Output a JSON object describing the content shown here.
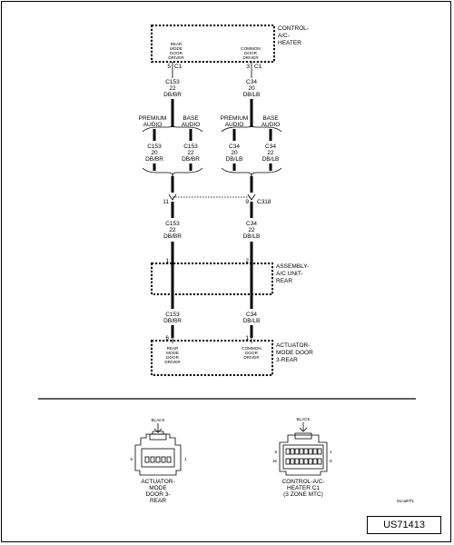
{
  "top_module": {
    "name_lines": [
      "CONTROL-",
      "A/C-",
      "HEATER"
    ],
    "left_driver": [
      "REAR",
      "MODE",
      "DOOR",
      "DRIVER"
    ],
    "right_driver": [
      "COMMON",
      "DOOR",
      "DRIVER"
    ],
    "left_pin": "5",
    "left_conn": "C1",
    "right_pin": "3",
    "right_conn": "C1"
  },
  "wires": {
    "left_top": [
      "C153",
      "22",
      "DB/BR"
    ],
    "right_top": [
      "C34",
      "20",
      "DB/LB"
    ],
    "left_options": {
      "premium": [
        "PREMIUM",
        "AUDIO"
      ],
      "base": [
        "BASE",
        "AUDIO"
      ]
    },
    "right_options": {
      "premium": [
        "PREMIUM",
        "AUDIO"
      ],
      "base": [
        "BASE",
        "AUDIO"
      ]
    },
    "left_premium": [
      "C153",
      "20",
      "DB/BR"
    ],
    "left_base": [
      "C153",
      "22",
      "DB/BR"
    ],
    "right_premium": [
      "C34",
      "20",
      "DB/LB"
    ],
    "right_base": [
      "C34",
      "22",
      "DB/LB"
    ],
    "left_mid": [
      "C153",
      "22",
      "DB/BR"
    ],
    "right_mid": [
      "C34",
      "22",
      "DB/LB"
    ],
    "left_low": [
      "C153",
      "DB/BR"
    ],
    "right_low": [
      "C34",
      "DB/LB"
    ]
  },
  "splice": {
    "left_pin": "11",
    "right_pin": "9",
    "name": "C318"
  },
  "assembly": {
    "name_lines": [
      "ASSEMBLY-",
      "A/C UNIT-",
      "REAR"
    ],
    "left_pin": "1",
    "right_pin": "2"
  },
  "actuator": {
    "name_lines": [
      "ACTUATOR-",
      "MODE DOOR",
      "3-REAR"
    ],
    "left_driver": [
      "REAR",
      "MODE",
      "DOOR",
      "DRIVER"
    ],
    "right_driver": [
      "COMMON",
      "DOOR",
      "DRIVER"
    ],
    "left_pin": "6",
    "right_pin": "1"
  },
  "connectors": {
    "left": {
      "color": "BLACK",
      "pin_left": "6",
      "pin_right": "1",
      "caption": [
        "ACTUATOR-",
        "MODE",
        "DOOR 3-",
        "REAR"
      ]
    },
    "right": {
      "color": "BLACK",
      "pin_tl": "8",
      "pin_bl": "16",
      "pin_tr": "1",
      "pin_br": "9",
      "caption": [
        "CONTROL-A/C-",
        "HEATER C1",
        "(3 ZONE MTC)"
      ]
    }
  },
  "figure_code": "81ca97f1",
  "page_id": "US71413"
}
